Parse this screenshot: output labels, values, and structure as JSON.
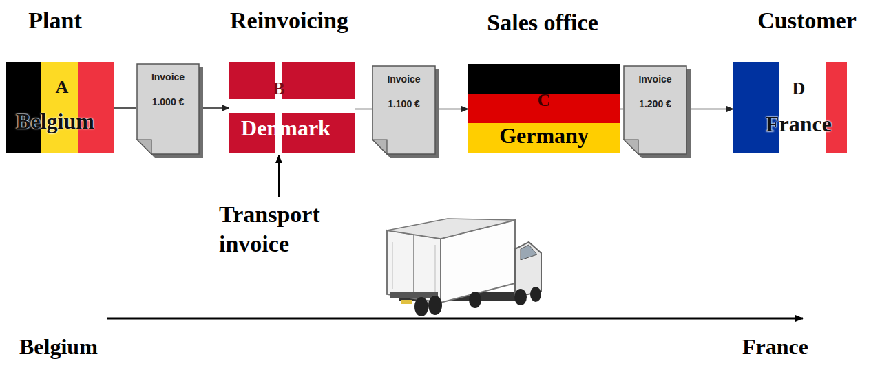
{
  "diagram": {
    "nodes": [
      {
        "text": [
          "Plant",
          "A",
          "Belgium"
        ]
      },
      {
        "text": [
          "Invoice",
          "1.000 €"
        ]
      },
      {
        "text": [
          "Reinvoicing",
          "B",
          "Denmark"
        ]
      },
      {
        "text": [
          "Invoice",
          "1.100 €"
        ]
      },
      {
        "text": [
          "Sales office",
          "C",
          "Germany"
        ]
      },
      {
        "text": [
          "Invoice",
          "1.200 €"
        ]
      },
      {
        "text": [
          "Customer",
          "D",
          "France"
        ]
      }
    ],
    "edges": [
      {
        "from": 0,
        "to": 1,
        "arrow": "none"
      },
      {
        "from": 1,
        "to": 2,
        "arrow": "to"
      },
      {
        "from": 2,
        "to": 3,
        "arrow": "none"
      },
      {
        "from": 3,
        "to": 4,
        "arrow": "to"
      },
      {
        "from": 4,
        "to": 5,
        "arrow": "none"
      },
      {
        "from": 5,
        "to": 6,
        "arrow": "to"
      }
    ],
    "labels": [
      "Transport invoice",
      "Belgium",
      "France"
    ]
  }
}
